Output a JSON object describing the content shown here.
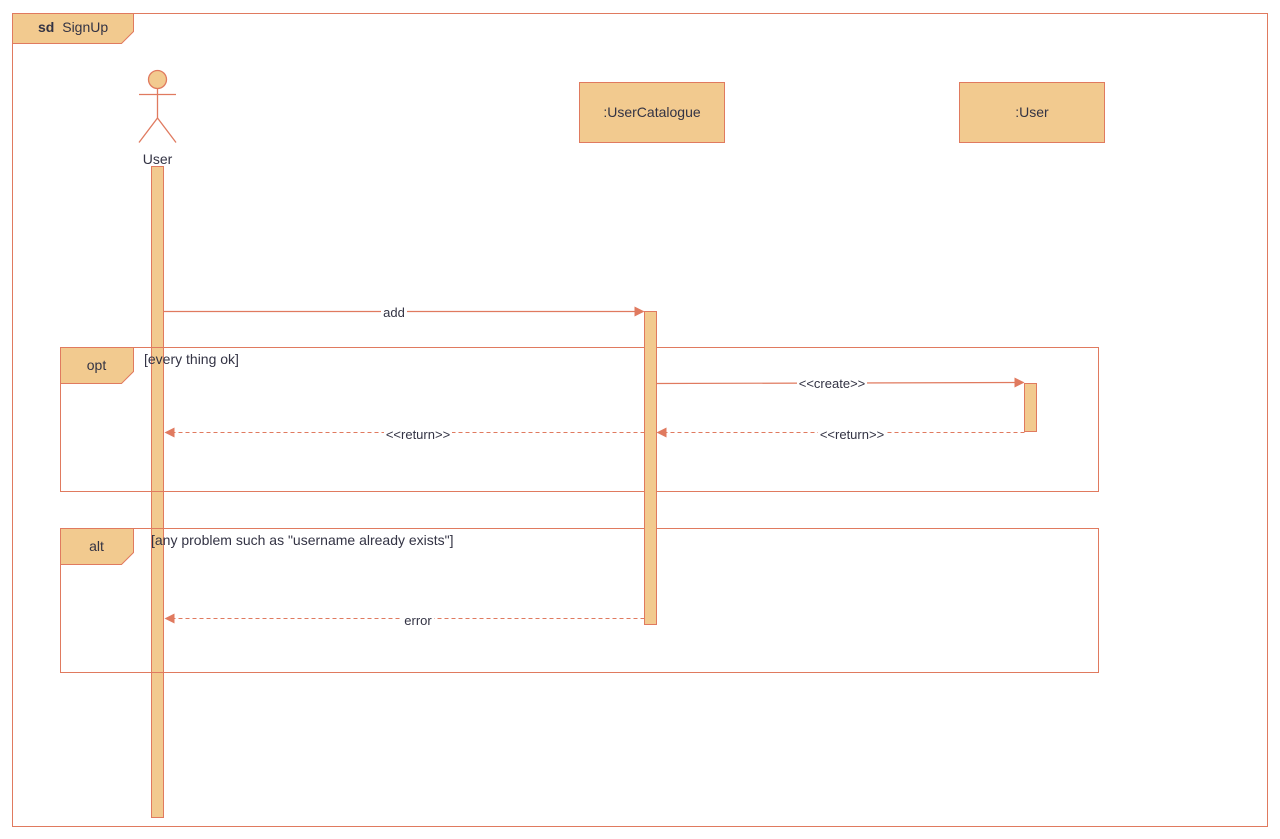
{
  "colors": {
    "stroke": "#e07a5f",
    "fill": "#f2ca8f",
    "text": "#333344",
    "background": "#ffffff"
  },
  "frame": {
    "keyword": "sd",
    "name": "SignUp"
  },
  "actor": {
    "label": "User",
    "icon": "stick-figure-icon"
  },
  "lifelines": [
    {
      "label": ":UserCatalogue"
    },
    {
      "label": ":User"
    }
  ],
  "fragments": {
    "opt": {
      "operator": "opt",
      "guard": "[every thing ok]"
    },
    "alt": {
      "operator": "alt",
      "guard": "[any problem such as \"username already exists\"]"
    }
  },
  "messages": {
    "add": {
      "label": "add",
      "kind": "sync"
    },
    "create": {
      "label": "<<create>>",
      "kind": "sync"
    },
    "return_user": {
      "label": "<<return>>",
      "kind": "reply"
    },
    "return_catalogue": {
      "label": "<<return>>",
      "kind": "reply"
    },
    "error": {
      "label": "error",
      "kind": "reply"
    }
  }
}
